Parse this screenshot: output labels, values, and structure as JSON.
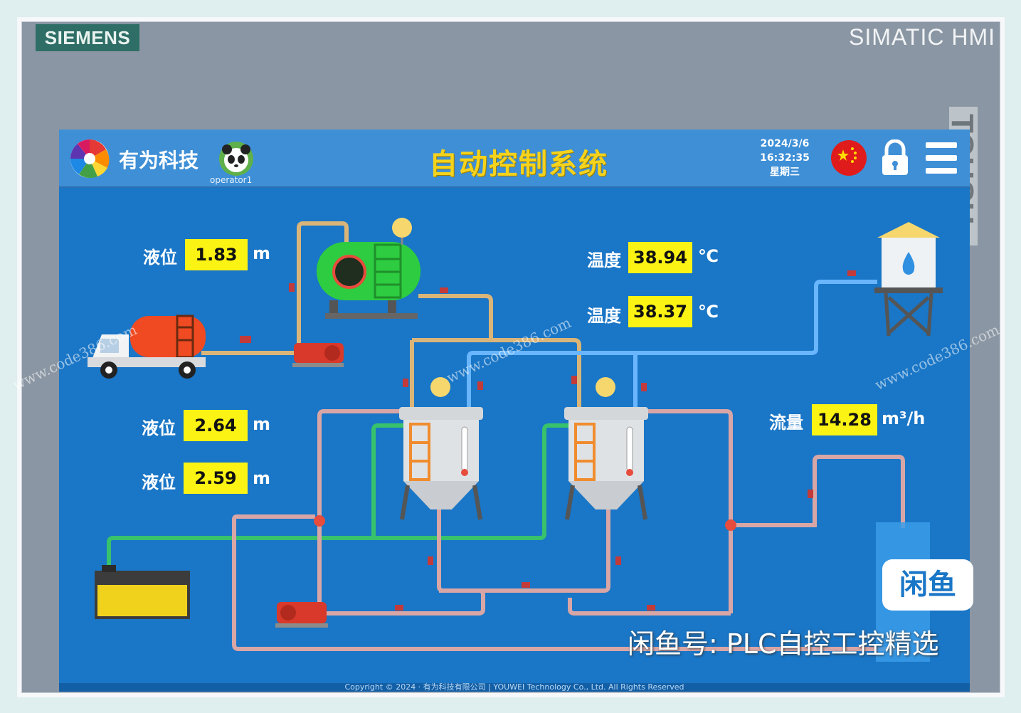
{
  "bezel": {
    "brand": "SIEMENS",
    "model": "SIMATIC HMI",
    "side_label": "TOUCH"
  },
  "header": {
    "company": "有为科技",
    "operator": "operator1",
    "title": "自动控制系统",
    "date": "2024/3/6",
    "time": "16:32:35",
    "weekday": "星期三"
  },
  "readings": {
    "level1": {
      "label": "液位",
      "value": "1.83",
      "unit": "m"
    },
    "level2": {
      "label": "液位",
      "value": "2.64",
      "unit": "m"
    },
    "level3": {
      "label": "液位",
      "value": "2.59",
      "unit": "m"
    },
    "temp1": {
      "label": "温度",
      "value": "38.94",
      "unit": "℃"
    },
    "temp2": {
      "label": "温度",
      "value": "38.37",
      "unit": "℃"
    },
    "flow": {
      "label": "流量",
      "value": "14.28",
      "unit": "m³/h"
    }
  },
  "footer": "Copyright © 2024 · 有为科技有限公司 | YOUWEI Technology Co., Ltd. All Rights Reserved",
  "overlays": {
    "watermark": "www.code386.com",
    "badge": "闲鱼",
    "caption": "闲鱼号: PLC自控工控精选"
  },
  "colors": {
    "background": "#1a76c6",
    "value_box": "#fbf314",
    "title": "#f5d31c",
    "pipe_tan": "#d9b57a",
    "pipe_blue": "#69b6ff",
    "pipe_green": "#37c26b",
    "pipe_pink": "#d9a6a6"
  }
}
